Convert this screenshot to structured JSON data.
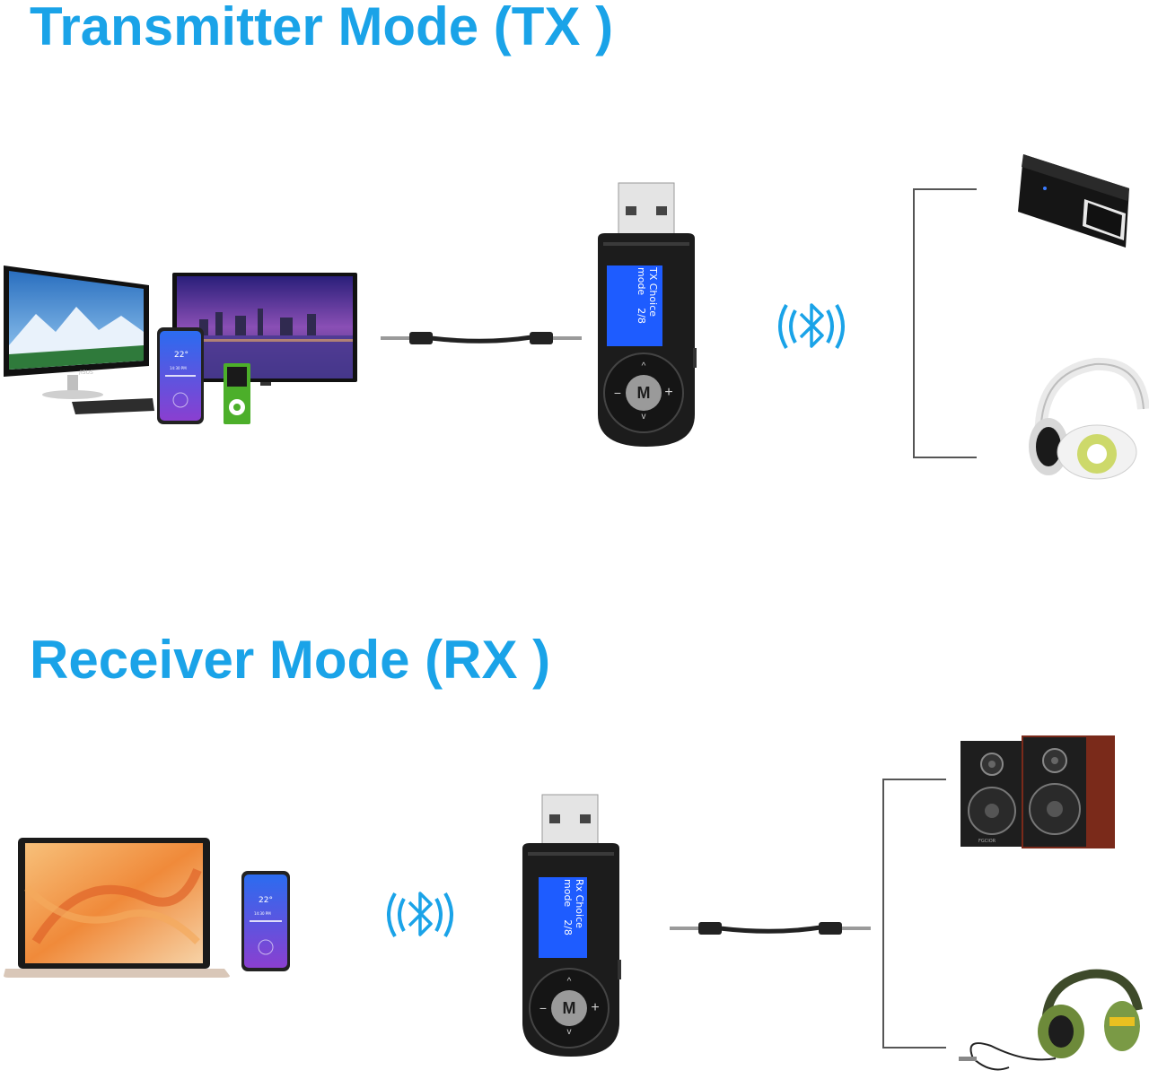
{
  "tx": {
    "heading": "Transmitter Mode (TX )",
    "lcd_line1": "TX Choice",
    "lcd_line2": "mode",
    "lcd_page": "2/8",
    "button_center": "M",
    "button_minus": "−",
    "button_plus": "+",
    "monitor_brand": "/ISUS",
    "phone_temp": "22°",
    "phone_time": "14:30 PM"
  },
  "rx": {
    "heading": "Receiver Mode (RX )",
    "lcd_line1": "Rx Choice",
    "lcd_line2": "mode",
    "lcd_page": "2/8",
    "button_center": "M",
    "button_minus": "−",
    "button_plus": "+",
    "phone_temp": "22°",
    "phone_time": "14:30 PM",
    "speaker_brand": "FGCIOR"
  },
  "colors": {
    "accent": "#1aa3e8",
    "device_body": "#1c1c1c",
    "lcd": "#1e5cff"
  }
}
